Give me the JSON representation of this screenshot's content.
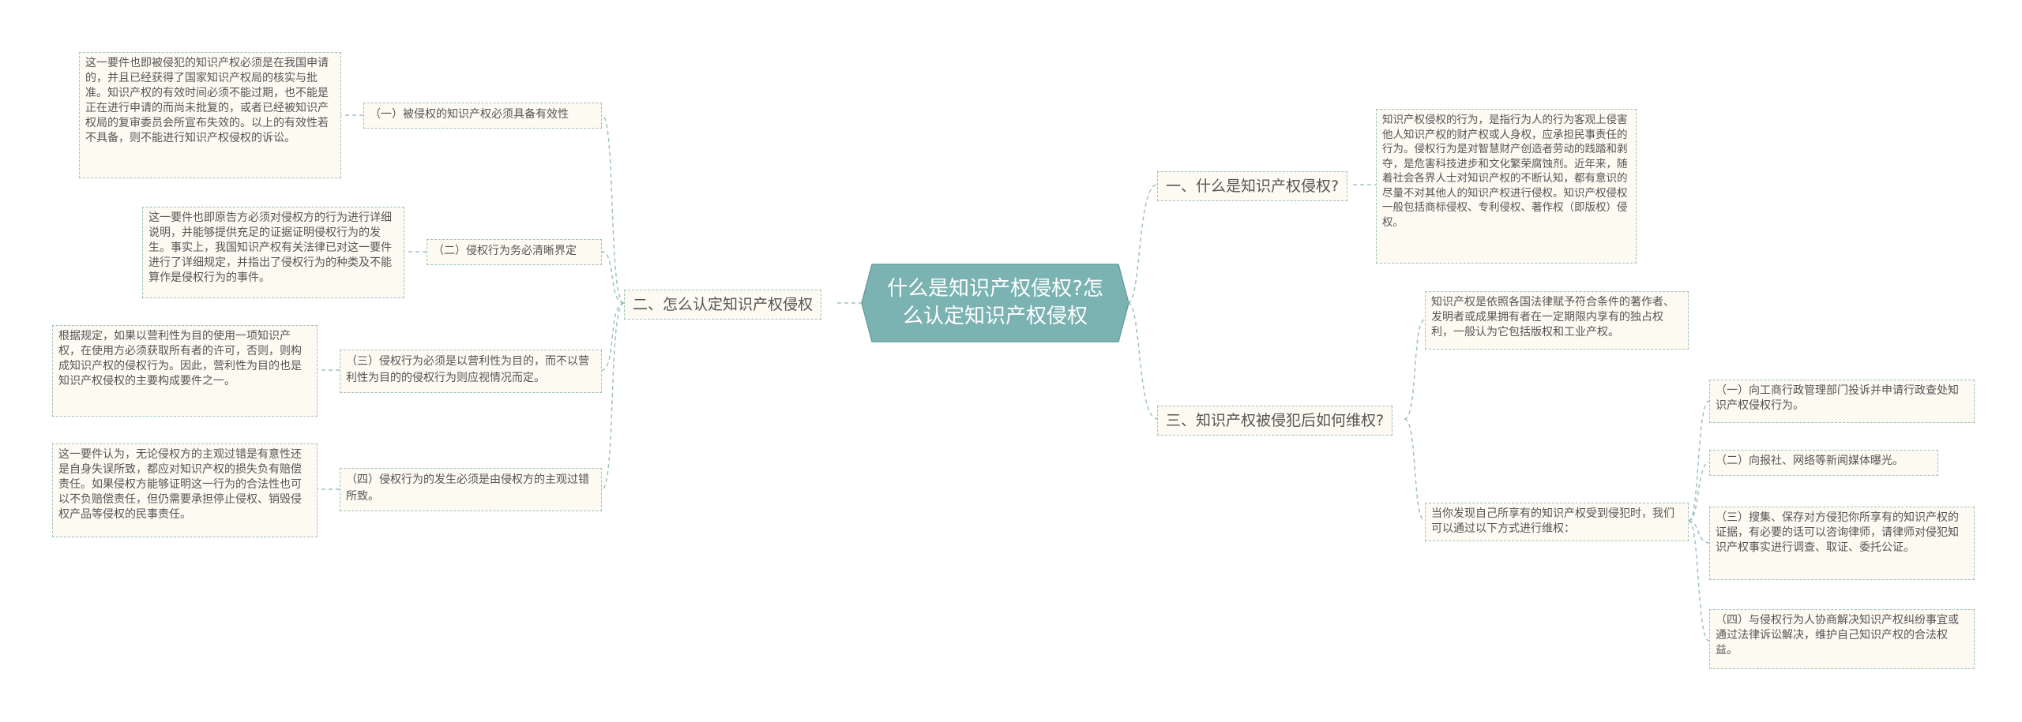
{
  "root": {
    "title": "什么是知识产权侵权?怎么认定知识产权侵权"
  },
  "colors": {
    "root_fill": "#7bb2b2",
    "root_border": "#6a9e9e",
    "node_fill": "#fdfaf2",
    "node_border": "#9fc2c0",
    "connector": "#9fc2c0",
    "text": "#555555"
  },
  "branches": {
    "what": {
      "label": "一、什么是知识产权侵权?",
      "detail": "知识产权侵权的行为，是指行为人的行为客观上侵害他人知识产权的财产权或人身权，应承担民事责任的行为。侵权行为是对智慧财产创造者劳动的践踏和剥夺，是危害科技进步和文化繁荣腐蚀剂。近年来，随着社会各界人士对知识产权的不断认知，都有意识的尽量不对其他人的知识产权进行侵权。知识产权侵权一般包括商标侵权、专利侵权、著作权（即版权）侵权。"
    },
    "identify": {
      "label": "二、怎么认定知识产权侵权",
      "items": [
        {
          "label": "（一）被侵权的知识产权必须具备有效性",
          "detail": "这一要件也即被侵犯的知识产权必须是在我国申请的，并且已经获得了国家知识产权局的核实与批准。知识产权的有效时间必须不能过期，也不能是正在进行申请的而尚未批复的，或者已经被知识产权局的复审委员会所宣布失效的。以上的有效性若不具备，则不能进行知识产权侵权的诉讼。"
        },
        {
          "label": "（二）侵权行为务必清晰界定",
          "detail": "这一要件也即原告方必须对侵权方的行为进行详细说明，并能够提供充足的证据证明侵权行为的发生。事实上，我国知识产权有关法律已对这一要件进行了详细规定，并指出了侵权行为的种类及不能算作是侵权行为的事件。"
        },
        {
          "label": "（三）侵权行为必须是以营利性为目的，而不以营利性为目的的侵权行为则应视情况而定。",
          "detail": "根据规定，如果以营利性为目的使用一项知识产权，在使用方必须获取所有者的许可，否则，则构成知识产权的侵权行为。因此，营利性为目的也是知识产权侵权的主要构成要件之一。"
        },
        {
          "label": "（四）侵权行为的发生必须是由侵权方的主观过错所致。",
          "detail": "这一要件认为，无论侵权方的主观过错是有意性还是自身失误所致，都应对知识产权的损失负有赔偿责任。如果侵权方能够证明这一行为的合法性也可以不负赔偿责任，但仍需要承担停止侵权、销毁侵权产品等侵权的民事责任。"
        }
      ]
    },
    "remedy": {
      "label": "三、知识产权被侵犯后如何维权?",
      "definition": "知识产权是依照各国法律赋予符合条件的著作者、发明者或成果拥有者在一定期限内享有的独占权利，一般认为它包括版权和工业产权。",
      "methods_intro": "当你发现自己所享有的知识产权受到侵犯时，我们可以通过以下方式进行维权：",
      "methods": [
        "（一）向工商行政管理部门投诉并申请行政查处知识产权侵权行为。",
        "（二）向报社、网络等新闻媒体曝光。",
        "（三）搜集、保存对方侵犯你所享有的知识产权的证据，有必要的话可以咨询律师，请律师对侵犯知识产权事实进行调查、取证、委托公证。",
        "（四）与侵权行为人协商解决知识产权纠纷事宜或通过法律诉讼解决，维护自己知识产权的合法权益。"
      ]
    }
  }
}
